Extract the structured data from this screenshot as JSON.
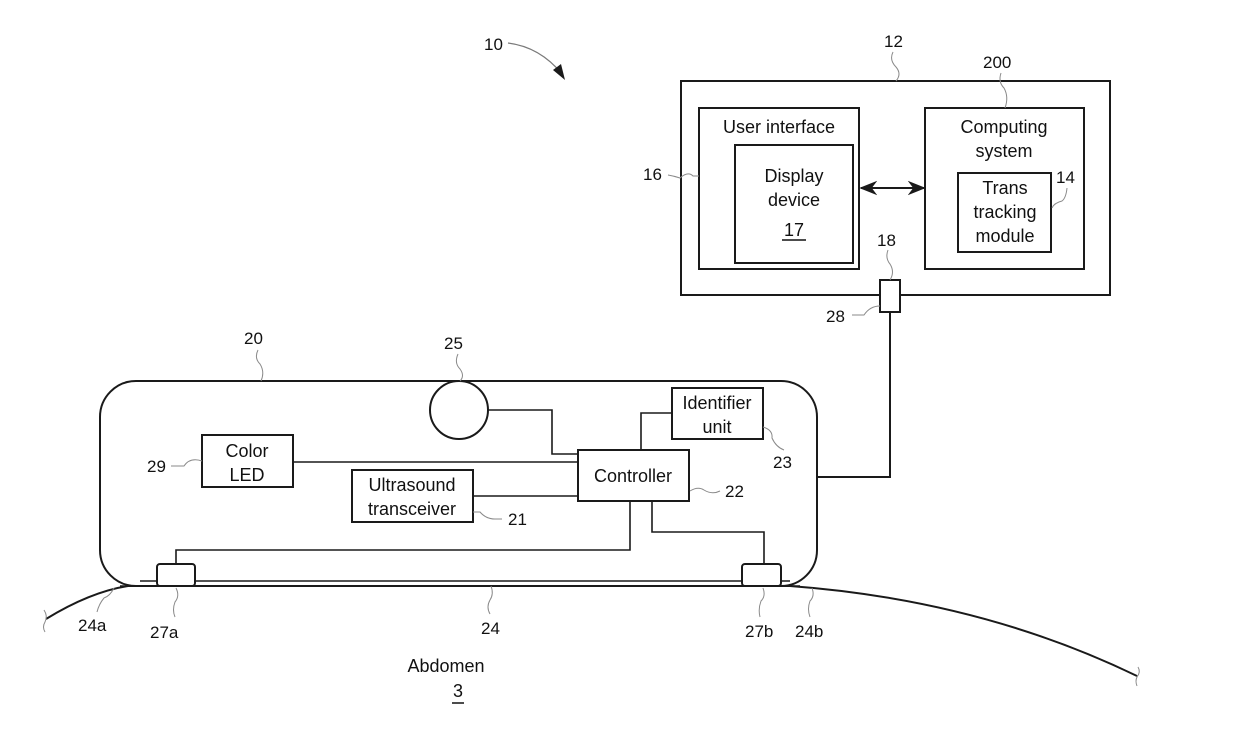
{
  "figure": {
    "system_ref": "10",
    "host": {
      "ref": "12",
      "user_interface": {
        "ref": "16",
        "title": "User interface",
        "display_device": {
          "ref": "17",
          "line1": "Display",
          "line2": "device"
        }
      },
      "computing_system": {
        "ref": "200",
        "line1": "Computing",
        "line2": "system",
        "module": {
          "ref": "14",
          "line1": "Trans",
          "line2": "tracking",
          "line3": "module"
        }
      },
      "port_ref": "18",
      "connector_ref": "28"
    },
    "device": {
      "ref": "20",
      "sensor_ref": "25",
      "identifier": {
        "ref": "23",
        "line1": "Identifier",
        "line2": "unit"
      },
      "controller": {
        "ref": "22",
        "label": "Controller"
      },
      "color_led": {
        "ref": "29",
        "line1": "Color",
        "line2": "LED"
      },
      "ultrasound": {
        "ref": "21",
        "line1": "Ultrasound",
        "line2": "transceiver"
      },
      "strip_ref": "24",
      "strip_end_a_ref": "24a",
      "strip_end_b_ref": "24b",
      "electrode_a_ref": "27a",
      "electrode_b_ref": "27b"
    },
    "abdomen": {
      "label": "Abdomen",
      "ref": "3"
    }
  }
}
